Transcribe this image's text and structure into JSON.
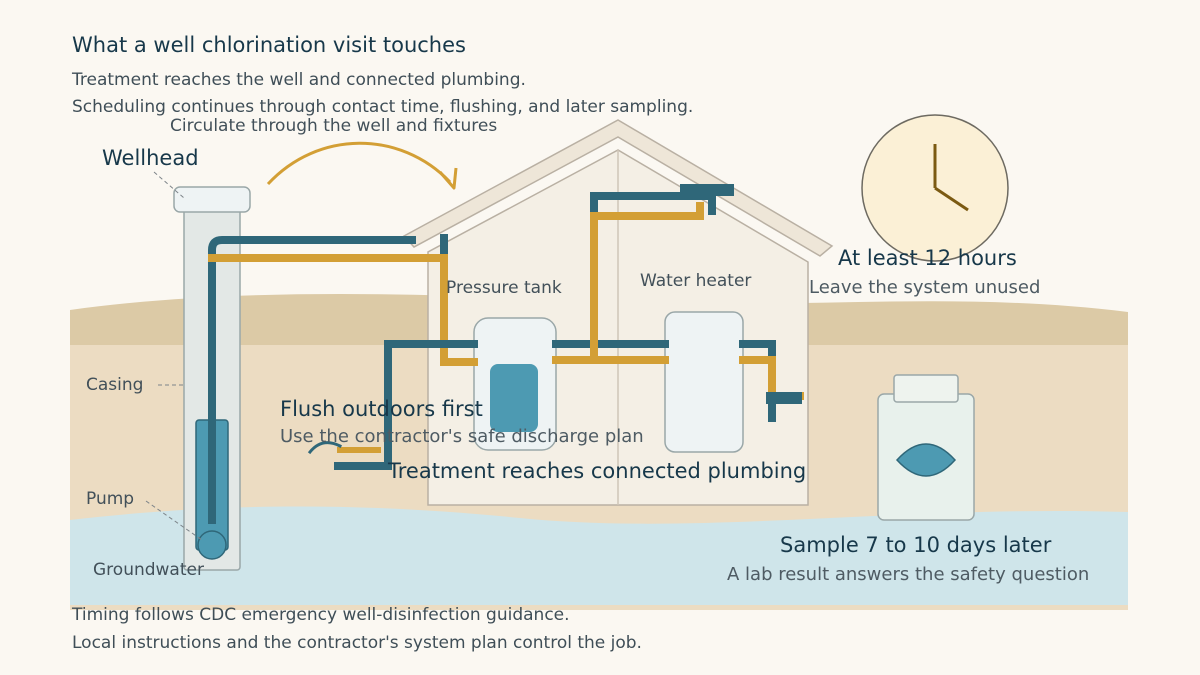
{
  "header": {
    "title": "What a well chlorination visit touches",
    "subtitle_line1": "Treatment reaches the well and connected plumbing.",
    "subtitle_line2": "Scheduling continues through contact time, flushing, and later sampling."
  },
  "labels": {
    "circulate": "Circulate through the well and fixtures",
    "wellhead": "Wellhead",
    "casing": "Casing",
    "pump": "Pump",
    "groundwater": "Groundwater",
    "pressure_tank": "Pressure tank",
    "water_heater": "Water heater"
  },
  "steps": {
    "contact_title": "At least 12 hours",
    "contact_sub": "Leave the system unused",
    "flush_title": "Flush outdoors first",
    "flush_sub": "Use the contractor's safe discharge plan",
    "plumbing": "Treatment reaches connected plumbing",
    "sample_title": "Sample 7 to 10 days later",
    "sample_sub": "A lab result answers the safety question"
  },
  "footer": {
    "line1": "Timing follows CDC emergency well-disinfection guidance.",
    "line2": "Local instructions and the contractor's system plan control the job."
  },
  "colors": {
    "background": "#fbf8f2",
    "soil": "#dccaa6",
    "groundwater": "#cfe5ea",
    "house": "#f4efe5",
    "pipe_blue": "#2f6779",
    "pipe_gold": "#d39f35",
    "text_dark": "#17384a"
  },
  "icons": [
    "clock-icon",
    "sample-bottle-icon",
    "arrow-icon"
  ]
}
